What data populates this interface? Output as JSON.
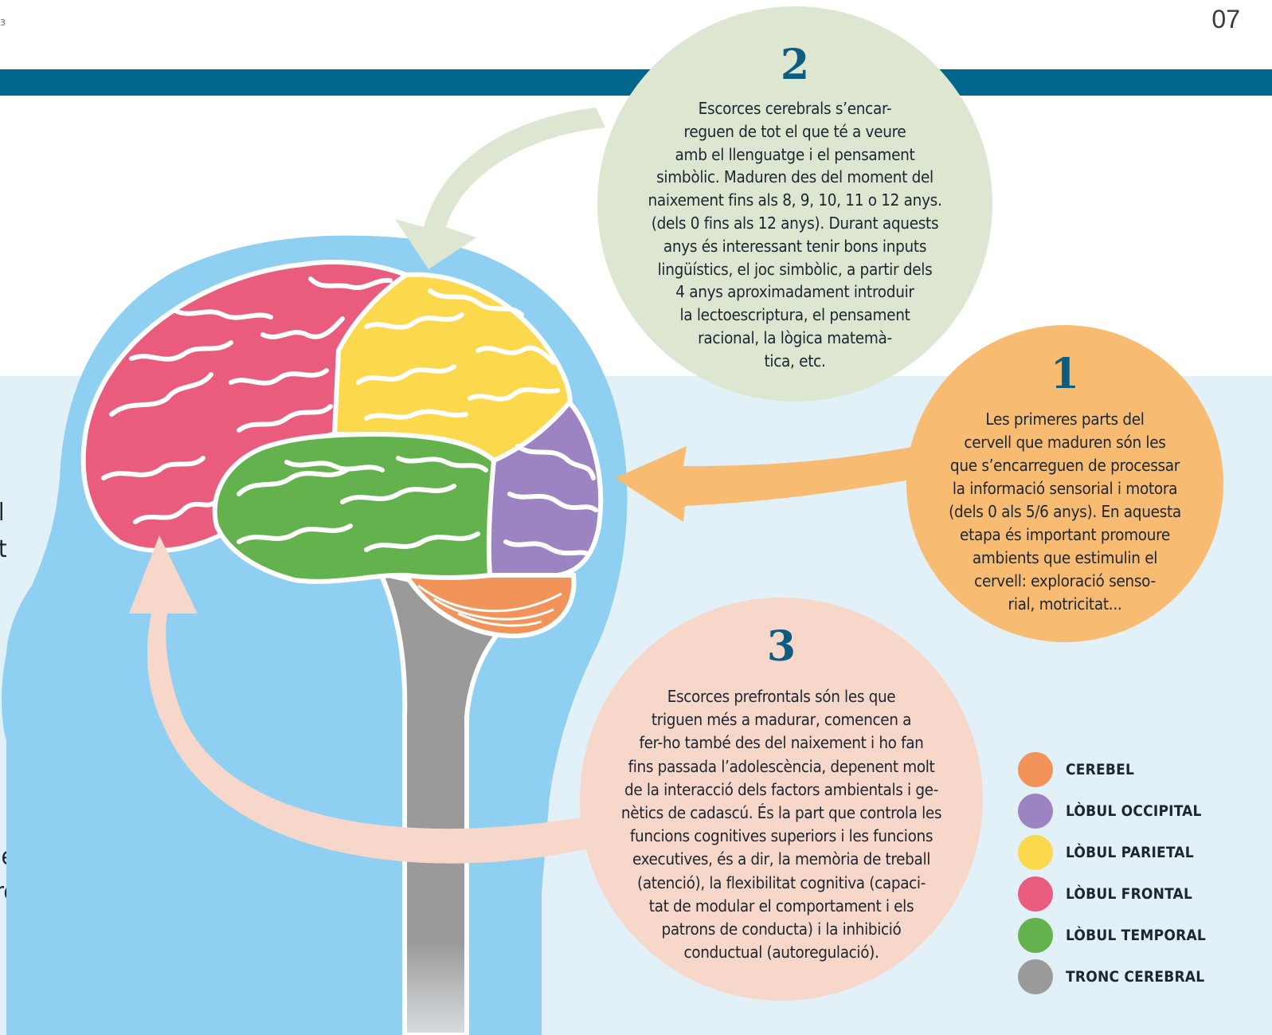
{
  "page": {
    "number": "07",
    "corner_mark": "3"
  },
  "colors": {
    "band": "#00678c",
    "panel": "#e2f0f8",
    "head": "#8ecff2",
    "frontal": "#e95c7e",
    "parietal": "#fcd84d",
    "occipital": "#9b84c1",
    "temporal": "#63b24e",
    "cerebellum": "#f2935a",
    "brainstem": "#9a9a9a",
    "bubble_1": "#f7bb72",
    "bubble_2": "#dde6d0",
    "bubble_3": "#f8d7cb",
    "number": "#0e5c80"
  },
  "bubbles": {
    "b1": {
      "number": "1",
      "lines": [
        "Les primeres parts del",
        "cervell que maduren són les",
        "que s’encarreguen de processar",
        "la informació sensorial i motora",
        "(dels 0 als 5/6 anys). En aquesta",
        "etapa és important promoure",
        "ambients que estimulin el",
        "cervell: exploració senso-",
        "rial, motricitat..."
      ]
    },
    "b2": {
      "number": "2",
      "lines": [
        "Escorces cerebrals s’encar-",
        "reguen de tot el que té a veure",
        "amb el llenguatge i el pensament",
        "simbòlic. Maduren des del moment del",
        "naixement fins als 8, 9, 10, 11 o 12 anys.",
        "(dels 0 fins als 12 anys). Durant aquests",
        "anys és interessant tenir bons inputs",
        "lingüístics, el joc simbòlic, a partir dels",
        "4 anys aproximadament introduir",
        "la lectoescriptura, el pensament",
        "racional, la lògica matemà-",
        "tica, etc."
      ]
    },
    "b3": {
      "number": "3",
      "lines": [
        "Escorces prefrontals són les que",
        "triguen més a madurar, comencen a",
        "fer-ho també des del naixement i ho fan",
        "fins passada l’adolescència, depenent molt",
        "de la interacció dels factors ambientals i ge-",
        "nètics de cadascú. És la part que controla les",
        "funcions cognitives superiors i les funcions",
        "executives, és a dir, la memòria de treball",
        "(atenció), la flexibilitat cognitiva (capaci-",
        "tat de modular el comportament i els",
        "patrons de conducta) i la inhibició",
        "conductual (autoregulació)."
      ]
    }
  },
  "legend": [
    {
      "label": "CEREBEL",
      "color": "#f2935a"
    },
    {
      "label": "LÒBUL OCCIPITAL",
      "color": "#9b84c1"
    },
    {
      "label": "LÒBUL PARIETAL",
      "color": "#fcd84d"
    },
    {
      "label": "LÒBUL FRONTAL",
      "color": "#e95c7e"
    },
    {
      "label": "LÒBUL TEMPORAL",
      "color": "#63b24e"
    },
    {
      "label": "TRONC CEREBRAL",
      "color": "#9a9a9a"
    }
  ],
  "edge_text": [
    "l",
    "t",
    "le",
    "re"
  ]
}
